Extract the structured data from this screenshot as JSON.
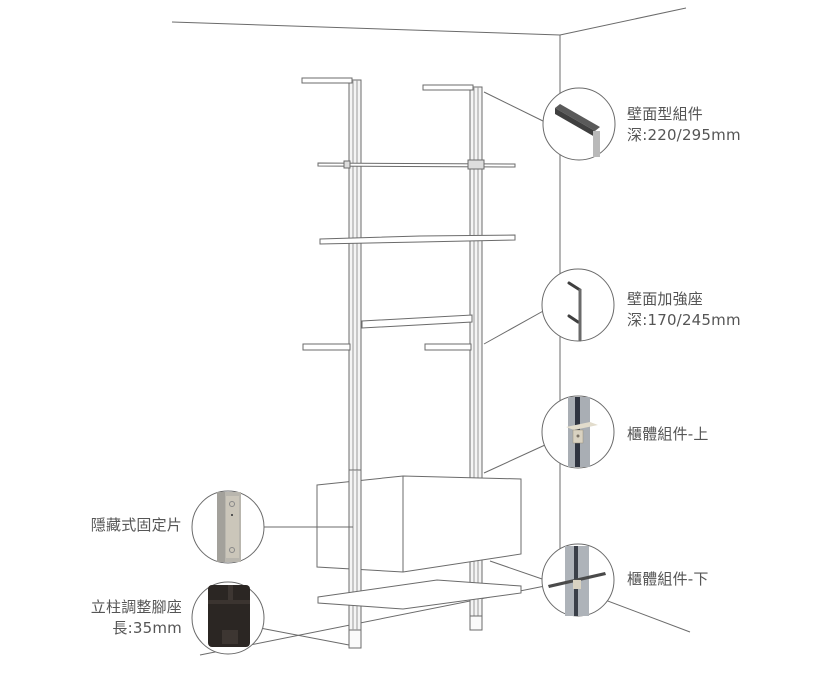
{
  "callouts": {
    "wall_bracket": {
      "title": "壁面型組件",
      "spec": "深:220/295mm",
      "icon": "wall-bracket-icon"
    },
    "wall_reinforcement": {
      "title": "壁面加強座",
      "spec": "深:170/245mm",
      "icon": "wall-reinforcement-icon"
    },
    "cabinet_upper": {
      "title": "櫃體組件-上",
      "icon": "cabinet-upper-clip-icon"
    },
    "cabinet_lower": {
      "title": "櫃體組件-下",
      "icon": "cabinet-lower-clip-icon"
    },
    "hidden_plate": {
      "title": "隱藏式固定片",
      "icon": "hidden-fixing-plate-icon"
    },
    "leveling_foot": {
      "title": "立柱調整腳座",
      "spec": "長:35mm",
      "icon": "leveling-foot-icon"
    }
  },
  "colors": {
    "line": "#6b6b6b",
    "text": "#555555",
    "post_dark": "#3a3a3a",
    "bracket_dark": "#4a4a4a",
    "clip_beige": "#d8d2c2",
    "foot_black": "#2b2623"
  }
}
